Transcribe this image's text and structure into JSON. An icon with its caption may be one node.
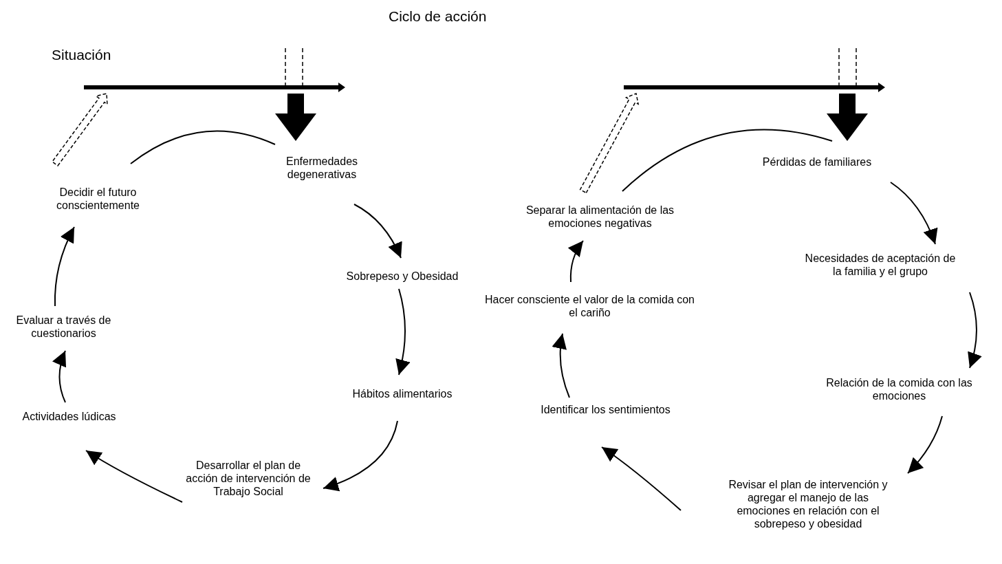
{
  "diagram": {
    "title": "Ciclo de acción",
    "nodes": [
      {
        "text": [],
        "shape": "arrow"
      },
      {
        "text": [
          "Enfermedades degenerativas"
        ]
      },
      {
        "text": [
          "Sobrepeso y Obesidad"
        ]
      },
      {
        "text": [
          "Hábitos alimentarios"
        ]
      },
      {
        "text": [
          "Desarrollar el plan de acción de intervención de Trabajo Social"
        ]
      },
      {
        "text": [
          "Actividades lúdicas"
        ]
      },
      {
        "text": [
          "Evaluar a través de cuestionarios"
        ]
      },
      {
        "text": [
          "Decidir el futuro conscientemente"
        ]
      },
      {
        "text": [],
        "shape": "arrow"
      },
      {
        "text": [
          "Pérdidas de familiares"
        ]
      },
      {
        "text": [
          "Necesidades de aceptación de la familia y el grupo"
        ]
      },
      {
        "text": [
          "Relación de la comida con las emociones"
        ]
      },
      {
        "text": [
          "Revisar el plan de intervención y agregar el manejo de las emociones en relación con el sobrepeso y obesidad"
        ]
      },
      {
        "text": [
          "Identificar los sentimientos"
        ]
      },
      {
        "text": [
          "Hacer consciente el valor de la comida con el cariño"
        ]
      },
      {
        "text": [
          "Separar la alimentación de las emociones negativas"
        ]
      }
    ],
    "edges": [
      {
        "from": 0,
        "to": 1,
        "arrow": "to",
        "style": "thick"
      },
      {
        "from": 1,
        "to": 2,
        "arrow": "to"
      },
      {
        "from": 2,
        "to": 3,
        "arrow": "to"
      },
      {
        "from": 3,
        "to": 4,
        "arrow": "to"
      },
      {
        "from": 4,
        "to": 5,
        "arrow": "to"
      },
      {
        "from": 5,
        "to": 6,
        "arrow": "to"
      },
      {
        "from": 6,
        "to": 7,
        "arrow": "to"
      },
      {
        "from": 7,
        "to": 1,
        "arrow": "none"
      },
      {
        "from": 7,
        "to": 0,
        "arrow": "to",
        "style": "dashed"
      },
      {
        "from": 8,
        "to": 9,
        "arrow": "to",
        "style": "thick"
      },
      {
        "from": 9,
        "to": 10,
        "arrow": "to"
      },
      {
        "from": 10,
        "to": 11,
        "arrow": "to"
      },
      {
        "from": 11,
        "to": 12,
        "arrow": "to"
      },
      {
        "from": 12,
        "to": 13,
        "arrow": "to"
      },
      {
        "from": 13,
        "to": 14,
        "arrow": "to"
      },
      {
        "from": 14,
        "to": 15,
        "arrow": "to"
      },
      {
        "from": 15,
        "to": 9,
        "arrow": "none"
      },
      {
        "from": 15,
        "to": 8,
        "arrow": "to",
        "style": "dashed"
      }
    ],
    "labels": [
      "Situación"
    ]
  }
}
